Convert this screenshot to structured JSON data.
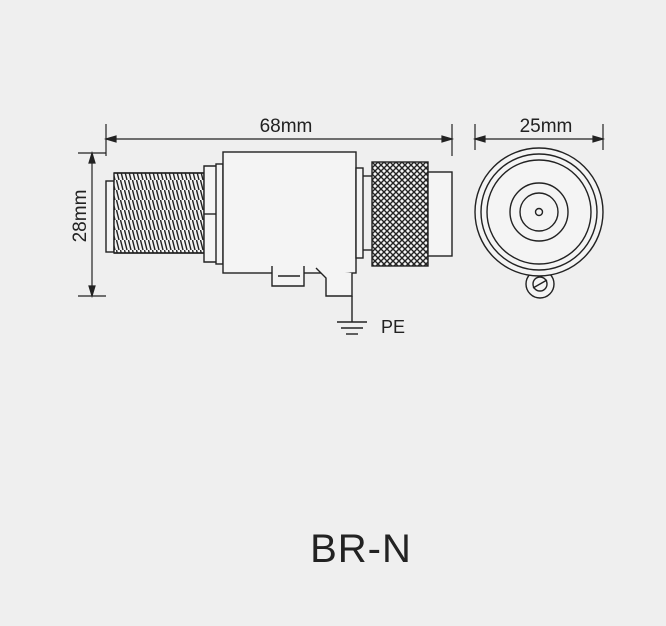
{
  "drawing": {
    "model": "BR-N",
    "dimensions": {
      "length": "68mm",
      "height": "28mm",
      "diameter": "25mm"
    },
    "ground_label": "PE"
  },
  "colors": {
    "background": "#efefef",
    "stroke": "#222222"
  }
}
